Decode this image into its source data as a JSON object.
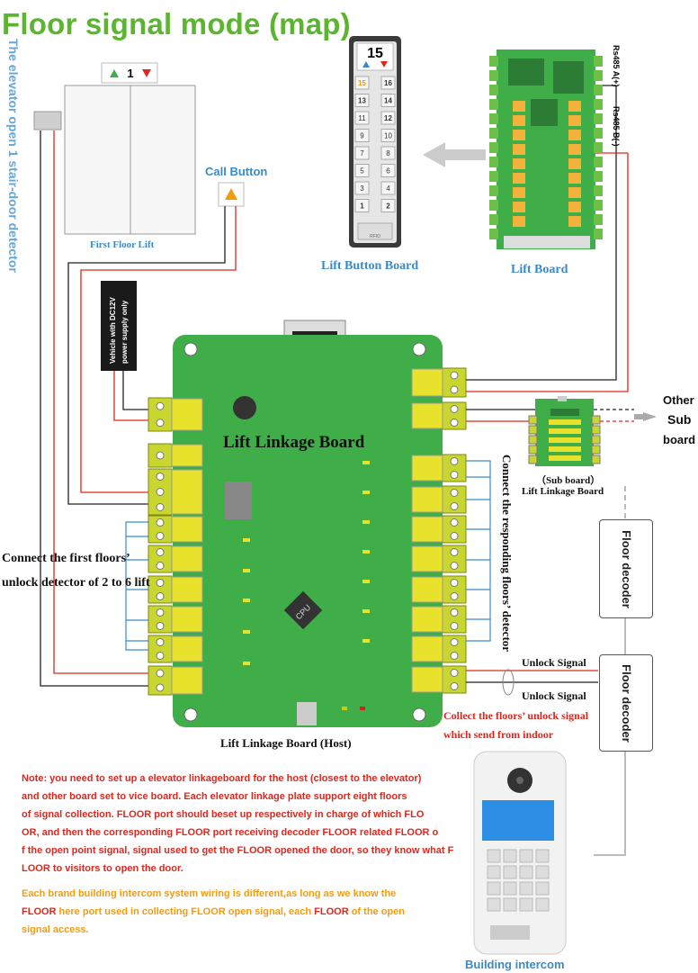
{
  "title": "Floor signal mode (map)",
  "side_label": "The elevator open 1 stair-door detector",
  "elevator": {
    "floor": "1",
    "caption": "First Floor Lift"
  },
  "call_button": {
    "label": "Call Button"
  },
  "button_board": {
    "display": "15",
    "label": "Lift Button Board",
    "buttons_left": [
      "15",
      "13",
      "11",
      "9",
      "7",
      "5",
      "3",
      "1"
    ],
    "buttons_right": [
      "16",
      "14",
      "12",
      "10",
      "8",
      "6",
      "4",
      "2"
    ],
    "rfid": "RFID"
  },
  "lift_board": {
    "label": "Lift Board",
    "rs485a": "Rs485 A(+)",
    "rs485b": "Rs485 B(-)"
  },
  "power_label": "Vehicle with DC12V power supply only",
  "main_board": {
    "title": "Lift Linkage Board",
    "caption": "Lift Linkage Board (Host)",
    "cpu": "CPU"
  },
  "sub_board": {
    "label_line1": "（Sub board）",
    "label_line2": "Lift Linkage Board"
  },
  "other_sub": {
    "line1": "Other",
    "line2": "Sub",
    "line3": "board"
  },
  "left_annotation": {
    "line1": "Connect the first floors’",
    "line2": "unlock detector of 2 to 6 lift"
  },
  "right_annotation": "Connect the responding floors’ detector",
  "decoders": [
    "Floor decoder",
    "Floor decoder"
  ],
  "unlock_signal_1": "Unlock Signal",
  "unlock_signal_2": "Unlock Signal",
  "collect_note": {
    "line1": "Collect the floors’ unlock signal",
    "line2": "which send from indoor"
  },
  "intercom_label": "Building intercom",
  "note_lines": [
    "Note: you need to set up a elevator linkageboard for the host (closest to the elevator)",
    " and other board set to vice board. Each elevator linkage plate support eight floors",
    " of signal collection. FLOOR port should beset up respectively in charge of which FLO",
    "OR, and then the corresponding FLOOR port receiving decoder FLOOR related FLOOR o",
    "f the open point signal, signal used to get the FLOOR opened the door, so they know what F",
    "LOOR to visitors to open the door."
  ],
  "note2": {
    "p1": "Each brand building intercom system wiring is different,as long as we know the",
    "floor1": "FLOOR",
    "p2": " here port used in collecting FLOOR open signal, each ",
    "floor2": "FLOOR",
    "p3": " of the open",
    "p4": "signal access."
  },
  "colors": {
    "green": "#5cb531",
    "board": "#3fae49",
    "terminal": "#c9d630",
    "red": "#e0271d",
    "blue": "#3a8ac8",
    "orange": "#f39c12"
  }
}
